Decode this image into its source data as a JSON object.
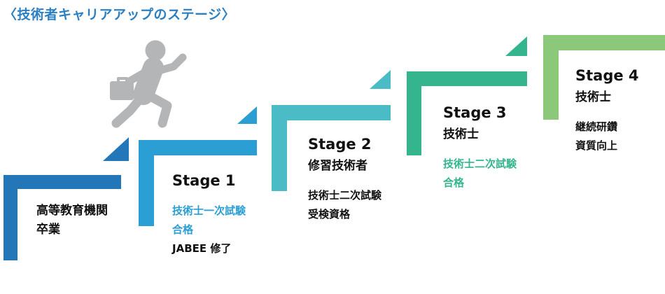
{
  "title": "〈技術者キャリアアップのステージ〉",
  "colors": {
    "title_blue": "#2b7fc3",
    "base_step_blue": "#2377b9",
    "stage1_blue": "#2b9fd3",
    "stage2_teal": "#4bbcc6",
    "stage3_green": "#35b58e",
    "stage4_light_green": "#8cc87a",
    "person_gray": "#b3b5b7",
    "text_black": "#111111"
  },
  "base_step": {
    "line1": "高等教育機関",
    "line2": "卒業"
  },
  "stages": [
    {
      "label": "Stage 1",
      "accent_lines": [
        "技術士一次試験",
        "合格"
      ],
      "detail_lines": [
        "JABEE 修了"
      ]
    },
    {
      "label": "Stage 2",
      "subtitle": "修習技術者",
      "detail_lines": [
        "技術士二次試験",
        "受検資格"
      ]
    },
    {
      "label": "Stage 3",
      "subtitle": "技術士",
      "accent_lines": [
        "技術士二次試験",
        "合格"
      ]
    },
    {
      "label": "Stage 4",
      "subtitle": "技術士",
      "detail_lines": [
        "継続研鑽",
        "資質向上"
      ]
    }
  ],
  "icons": {
    "person": "running-engineer-with-briefcase-icon",
    "step_triangle": "upward-step-triangle-icon"
  }
}
